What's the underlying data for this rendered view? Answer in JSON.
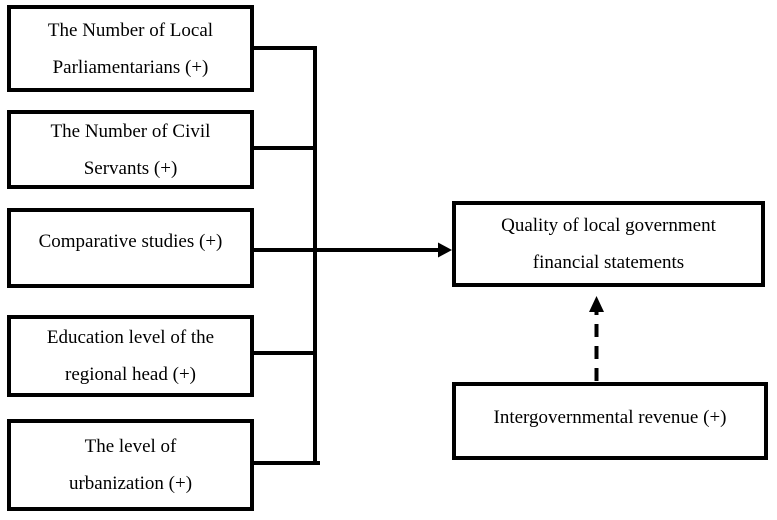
{
  "diagram": {
    "predictors": [
      {
        "id": "local-parliamentarians",
        "lines": [
          "The Number of Local",
          "Parliamentarians (+)"
        ]
      },
      {
        "id": "civil-servants",
        "lines": [
          "The Number of Civil",
          "Servants (+)"
        ]
      },
      {
        "id": "comparative-studies",
        "lines": [
          "Comparative studies (+)"
        ]
      },
      {
        "id": "education-level",
        "lines": [
          "Education level of the",
          "regional head (+)"
        ]
      },
      {
        "id": "urbanization",
        "lines": [
          "The level of",
          "urbanization (+)"
        ]
      }
    ],
    "outcome": {
      "id": "quality-of-local-government-financial-statements",
      "lines": [
        "Quality of local government",
        "financial statements"
      ]
    },
    "moderator": {
      "id": "intergovernmental-revenue",
      "lines": [
        "Intergovernmental revenue (+)"
      ]
    },
    "relationships": [
      {
        "from": "all-predictors",
        "to": "outcome",
        "style": "solid-arrow"
      },
      {
        "from": "moderator",
        "to": "outcome",
        "style": "dashed-arrow"
      }
    ],
    "colors": {
      "stroke": "#000000",
      "text": "#000000",
      "box_fill": "#ffffff",
      "background": "#ffffff"
    }
  }
}
